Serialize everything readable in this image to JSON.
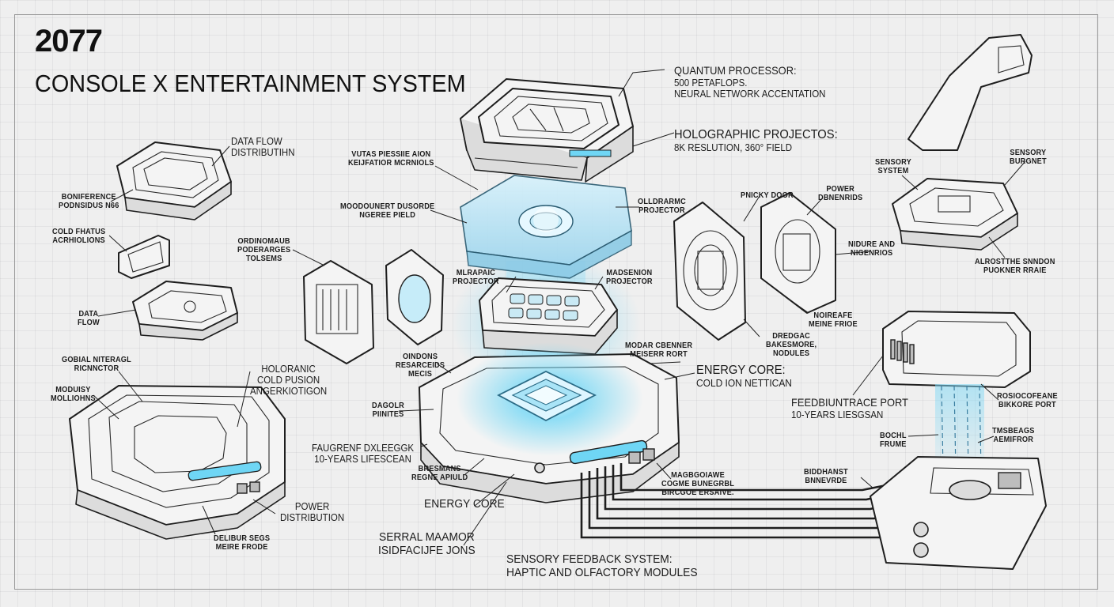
{
  "title": {
    "year": "2077",
    "name": "CONSOLE X ENTERTAINMENT SYSTEM"
  },
  "callouts": {
    "data_flow_distribution": [
      "DATA FLOW",
      "DISTRIBUTIHN"
    ],
    "boniference": [
      "BONIFERENCE",
      "PODNSIDUS N66"
    ],
    "cold_fhatus": [
      "COLD FHATUS",
      "ACRHIOLIONS"
    ],
    "data_flow": [
      "DATA",
      "FLOW"
    ],
    "gobial_nteragl": [
      "GOBIAL NITERAGL",
      "RICNNCTOR"
    ],
    "moduisy": [
      "MODUISY",
      "MOLLIOHNS"
    ],
    "holoranic": [
      "HOLORANIC",
      "COLD PUSION",
      "ANGERKIOTIGON"
    ],
    "faugrenf": [
      "FAUGRENF DXLEEGGK",
      "10-YEARS LIFESCEAN"
    ],
    "power_distribution": [
      "POWER",
      "DISTRIBUTION"
    ],
    "delibr_segs": [
      "DELIBUR SEGS",
      "MEIRE FRODE"
    ],
    "serral_maamor": [
      "SERRAL MAAMOR",
      "ISIDFACIJFE JONS"
    ],
    "sensory_feedback": [
      "SENSORY FEEDBACK SYSTEM:",
      "HAPTIC AND OLFACTORY MODULES"
    ],
    "quantum_processor": [
      "QUANTUM PROCESSOR:",
      "500 PETAFLOPS.",
      "NEURAL NETWORK ACCENTATION"
    ],
    "holographic_projectos": [
      "HOLOGRAPHIC PROJECTOS:",
      "8K RESLUTION, 360° FIELD"
    ],
    "vutas": [
      "VUTAS PIESSIIE AION",
      "KEIJFATIOR MCRNIOLS"
    ],
    "modgunbrt": [
      "MOODOUNERT DUSORDE",
      "NGEREE PIELD"
    ],
    "olddrarmc": [
      "OLLDRARMC",
      "PROJECTOR"
    ],
    "ordinomaus": [
      "ORDINOMAUB",
      "PODERARGES",
      "TOLSEMS"
    ],
    "mlraplic": [
      "MLRAPAIC",
      "PROJECTOR"
    ],
    "madsenion": [
      "MADSENION",
      "PROJECTOR"
    ],
    "oindons": [
      "OINDONS",
      "RESARCEIDS",
      "MECIS"
    ],
    "modar_cbenner": [
      "MODAR CBENNER",
      "MEISERR RORT"
    ],
    "energy_core_ion": [
      "ENERGY CORE:",
      "COLD ION NETTICAN"
    ],
    "dagolr_piniies": [
      "DAGOLR",
      "PIINITES"
    ],
    "bresmans": [
      "BRESMANS",
      "REGNE APIULD"
    ],
    "energy_core": [
      "ENERGY CORE"
    ],
    "magbgoiawe": [
      "MAGBGOIAWE",
      "COGME BUNEGRBL",
      "BIRCGOE ERSAIVE."
    ],
    "pnicky_door": [
      "PNICKY DOOR"
    ],
    "power_dbnenrids": [
      "POWER",
      "DBNENRIDS"
    ],
    "nidure": [
      "NIDURE AND",
      "NIGENRIOS"
    ],
    "noireafe": [
      "NOIREAFE",
      "MEINE FRIOE"
    ],
    "dredgac": [
      "DREDGAC",
      "BAKESMORE,",
      "NODULES"
    ],
    "sensory_system": [
      "SENSORY",
      "SYSTEM"
    ],
    "sensory_burgnet": [
      "SENSORY",
      "BURGNET"
    ],
    "alrostthe": [
      "ALROSTTHE SNNDON",
      "PUOKNER RRAIE"
    ],
    "feedback_interface": [
      "FEEDBIUNTRACE PORT",
      "10-YEARS LIESGSAN"
    ],
    "rosiocofeane": [
      "ROSIOCOFEANE",
      "BIKKORE PORT"
    ],
    "bochl_frume": [
      "BOCHL",
      "FRUME"
    ],
    "tmsbeags": [
      "TMSBEAGS",
      "AEMIFROR"
    ],
    "biddhanst": [
      "BIDDHANST",
      "BNNEVRDE"
    ]
  },
  "colors": {
    "background": "#efefef",
    "ink": "#1e1e1e",
    "glow": "#5fd1f2",
    "glass": "#bfe6f7"
  }
}
